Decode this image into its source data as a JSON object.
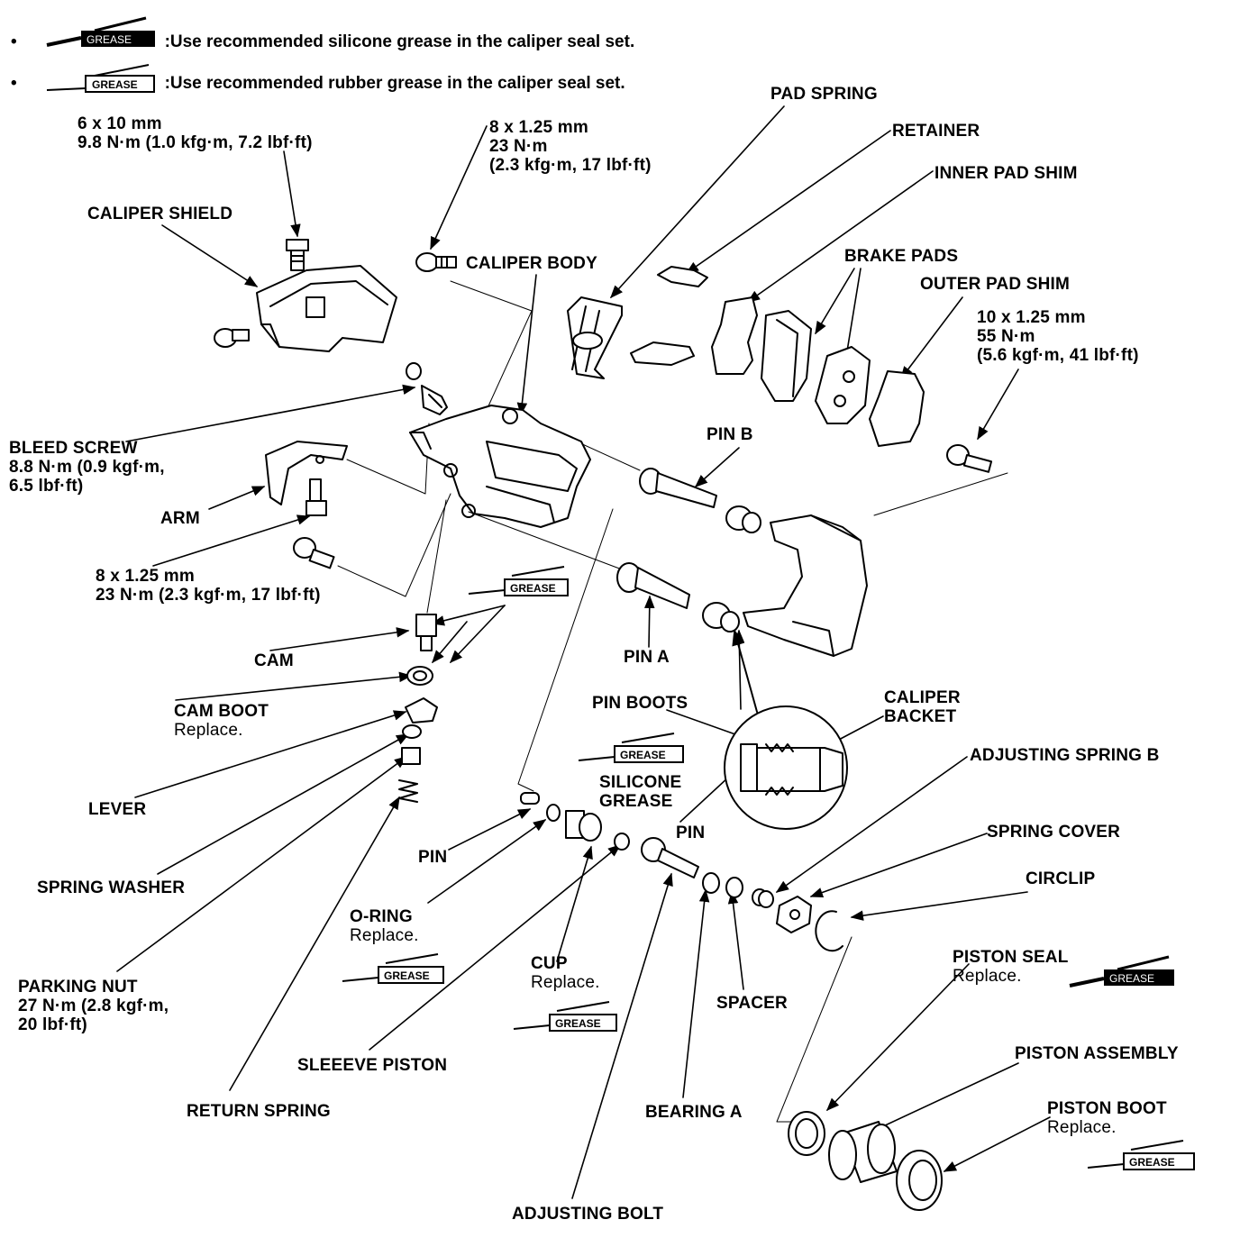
{
  "legend": [
    {
      "bullet": "•",
      "grease_tag": "GREASE",
      "text": ":Use recommended silicone grease in the caliper seal set."
    },
    {
      "bullet": "•",
      "grease_tag": "GREASE",
      "text": ":Use recommended rubber grease in the caliper seal set."
    }
  ],
  "grease_tag": "GREASE",
  "labels": {
    "spec_6x10": {
      "lines": [
        "6 x 10 mm",
        "9.8 N·m (1.0 kfg·m, 7.2 lbf·ft)"
      ]
    },
    "spec_8x125_top": {
      "lines": [
        "8 x 1.25 mm",
        "23 N·m",
        "(2.3 kfg·m, 17 lbf·ft)"
      ]
    },
    "caliper_shield": "CALIPER SHIELD",
    "caliper_body": "CALIPER BODY",
    "pad_spring": "PAD SPRING",
    "retainer": "RETAINER",
    "inner_pad_shim": "INNER PAD SHIM",
    "brake_pads": "BRAKE PADS",
    "outer_pad_shim": "OUTER PAD SHIM",
    "spec_10x125": {
      "lines": [
        "10 x 1.25 mm",
        "55 N·m",
        "(5.6 kgf·m, 41 lbf·ft)"
      ]
    },
    "bleed_screw": {
      "lines": [
        "BLEED SCREW",
        "8.8 N·m (0.9 kgf·m,",
        "6.5 lbf·ft)"
      ]
    },
    "pin_b": "PIN B",
    "arm": "ARM",
    "spec_8x125_low": {
      "lines": [
        "8 x 1.25 mm",
        "23 N·m (2.3 kgf·m, 17 lbf·ft)"
      ]
    },
    "cam": "CAM",
    "pin_a": "PIN A",
    "cam_boot": {
      "title": "CAM BOOT",
      "note": "Replace."
    },
    "pin_boots": "PIN BOOTS",
    "caliper_backet": {
      "lines": [
        "CALIPER",
        "BACKET"
      ]
    },
    "adjusting_spring_b": "ADJUSTING SPRING B",
    "silicone_grease": {
      "lines": [
        "SILICONE",
        "GREASE"
      ]
    },
    "lever": "LEVER",
    "pin_detail": "PIN",
    "pin": "PIN",
    "spring_cover": "SPRING COVER",
    "circlip": "CIRCLIP",
    "spring_washer": "SPRING WASHER",
    "o_ring": {
      "title": "O-RING",
      "note": "Replace."
    },
    "piston_seal": {
      "title": "PISTON SEAL",
      "note": "Replace."
    },
    "parking_nut": {
      "lines": [
        "PARKING NUT",
        "27 N·m (2.8 kgf·m,",
        "20 lbf·ft)"
      ]
    },
    "cup": {
      "title": "CUP",
      "note": "Replace."
    },
    "spacer": "SPACER",
    "piston_assembly": "PISTON ASSEMBLY",
    "sleeve_piston": "SLEEEVE PISTON",
    "piston_boot": {
      "title": "PISTON BOOT",
      "note": "Replace."
    },
    "return_spring": "RETURN SPRING",
    "bearing_a": "BEARING A",
    "adjusting_bolt": "ADJUSTING BOLT"
  }
}
